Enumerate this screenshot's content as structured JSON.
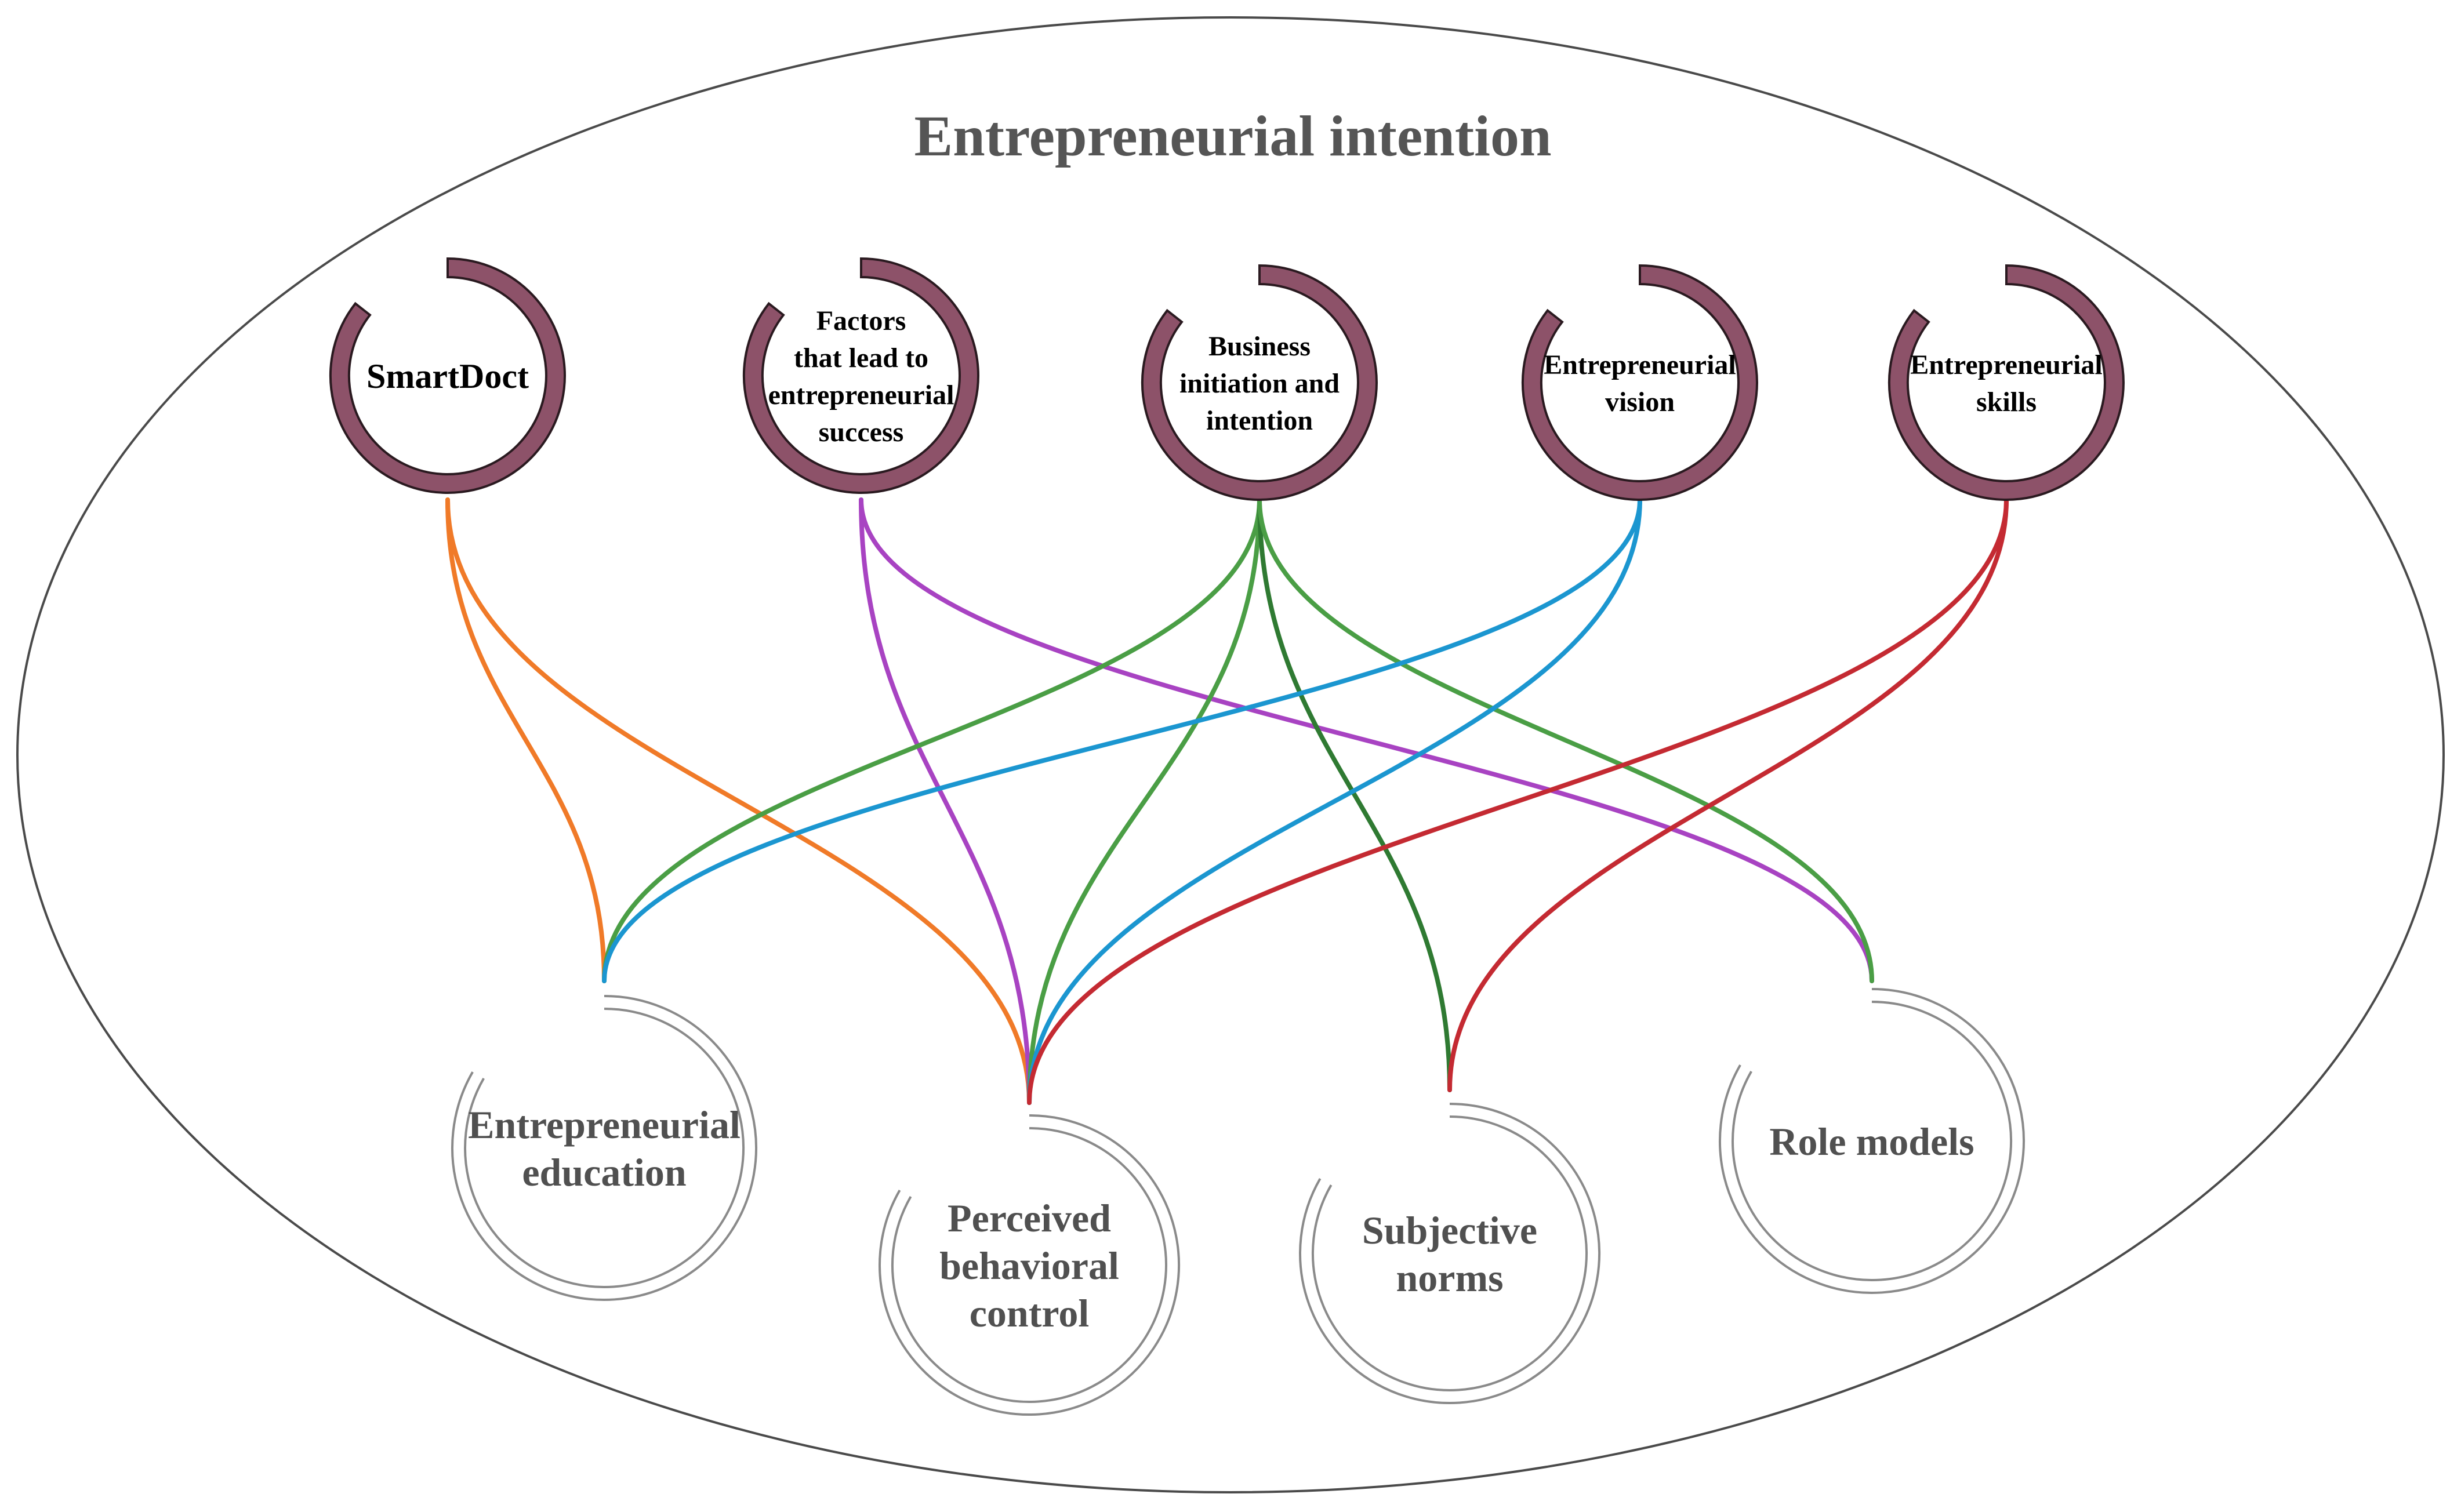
{
  "title": "Entrepreneurial intention",
  "top_nodes": [
    {
      "id": "smartdoct",
      "lines": [
        "SmartDoct"
      ]
    },
    {
      "id": "factors",
      "lines": [
        "Factors",
        "that lead to",
        "entrepreneurial",
        "success"
      ]
    },
    {
      "id": "business",
      "lines": [
        "Business",
        "initiation and",
        "intention"
      ]
    },
    {
      "id": "vision",
      "lines": [
        "Entrepreneurial",
        "vision"
      ]
    },
    {
      "id": "skills",
      "lines": [
        "Entrepreneurial",
        "skills"
      ]
    }
  ],
  "bottom_nodes": [
    {
      "id": "education",
      "lines": [
        "Entrepreneurial",
        "education"
      ]
    },
    {
      "id": "pbc",
      "lines": [
        "Perceived",
        "behavioral",
        "control"
      ]
    },
    {
      "id": "norms",
      "lines": [
        "Subjective",
        "norms"
      ]
    },
    {
      "id": "role",
      "lines": [
        "Role models"
      ]
    }
  ],
  "edges": [
    {
      "from": "smartdoct",
      "to": "education",
      "color": "#f07a28"
    },
    {
      "from": "smartdoct",
      "to": "pbc",
      "color": "#f07a28"
    },
    {
      "from": "factors",
      "to": "pbc",
      "color": "#a843c2"
    },
    {
      "from": "factors",
      "to": "role",
      "color": "#a843c2"
    },
    {
      "from": "business",
      "to": "education",
      "color": "#4a9e45"
    },
    {
      "from": "business",
      "to": "pbc",
      "color": "#4a9e45"
    },
    {
      "from": "business",
      "to": "norms",
      "color": "#2f7a32"
    },
    {
      "from": "business",
      "to": "role",
      "color": "#4a9e45"
    },
    {
      "from": "vision",
      "to": "education",
      "color": "#1b96d0"
    },
    {
      "from": "vision",
      "to": "pbc",
      "color": "#1b96d0"
    },
    {
      "from": "skills",
      "to": "pbc",
      "color": "#c42a32"
    },
    {
      "from": "skills",
      "to": "norms",
      "color": "#c42a32"
    }
  ],
  "colors": {
    "top_ring": "#8d5269",
    "top_ring_outline": "#2a1a20",
    "bottom_ring": "#8a8a8a",
    "ellipse": "#4a4a4a"
  }
}
